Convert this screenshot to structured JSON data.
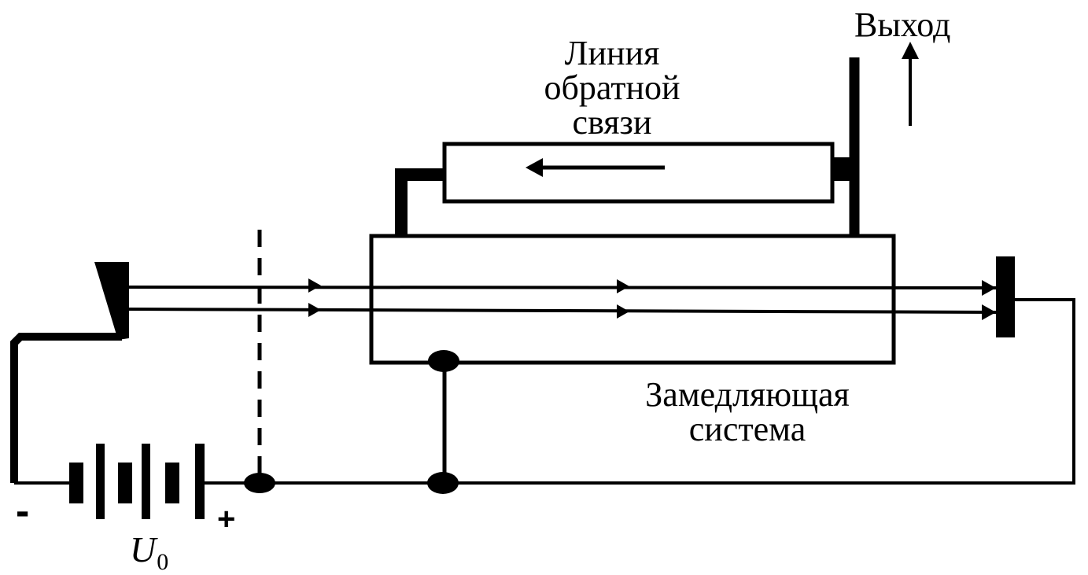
{
  "labels": {
    "output": "Выход",
    "feedback_line_1": "Линия",
    "feedback_line_2": "обратной",
    "feedback_line_3": "связи",
    "slow_wave_1": "Замедляющая",
    "slow_wave_2": "система",
    "minus": "-",
    "plus": "+",
    "voltage_symbol": "U",
    "voltage_subscript": "0"
  },
  "colors": {
    "ink": "#000000",
    "background": "#ffffff"
  }
}
